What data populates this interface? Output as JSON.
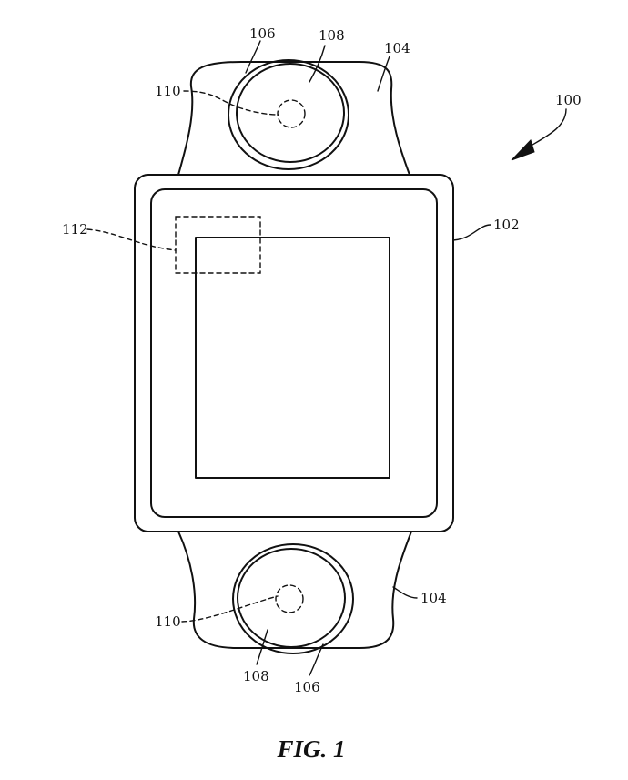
{
  "labels": {
    "device": "100",
    "housing": "102",
    "band_top": "104",
    "band_bottom": "104",
    "sensor_window_top": "106",
    "sensor_window_bottom": "106",
    "cover_top": "108",
    "cover_bottom": "108",
    "sensor_top": "110",
    "sensor_bottom": "110",
    "display_region": "112"
  },
  "caption": "FIG. 1"
}
